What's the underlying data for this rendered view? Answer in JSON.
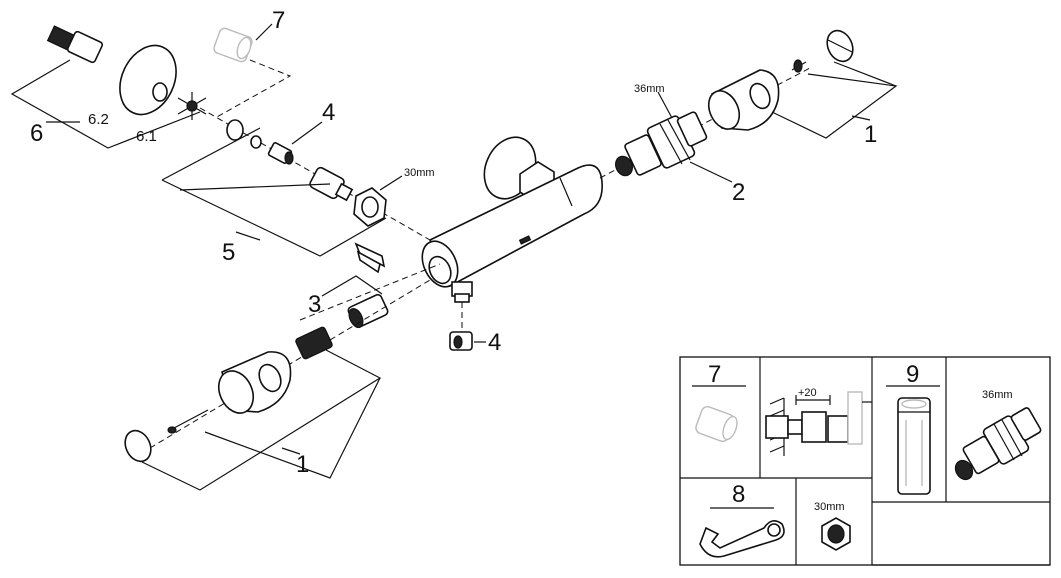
{
  "callouts": {
    "c1_top": "1",
    "c1_bottom": "1",
    "c2": "2",
    "c3": "3",
    "c4_top": "4",
    "c4_bottom": "4",
    "c5": "5",
    "c6": "6",
    "c6_1": "6.1",
    "c6_2": "6.2",
    "c7": "7"
  },
  "dimensions": {
    "cartridge_36": "36mm",
    "nut_30": "30mm"
  },
  "accessory_panel": {
    "item7": "7",
    "item8": "8",
    "item9": "9",
    "extension": "+20",
    "cartridge_36": "36mm",
    "nut_30": "30mm"
  }
}
